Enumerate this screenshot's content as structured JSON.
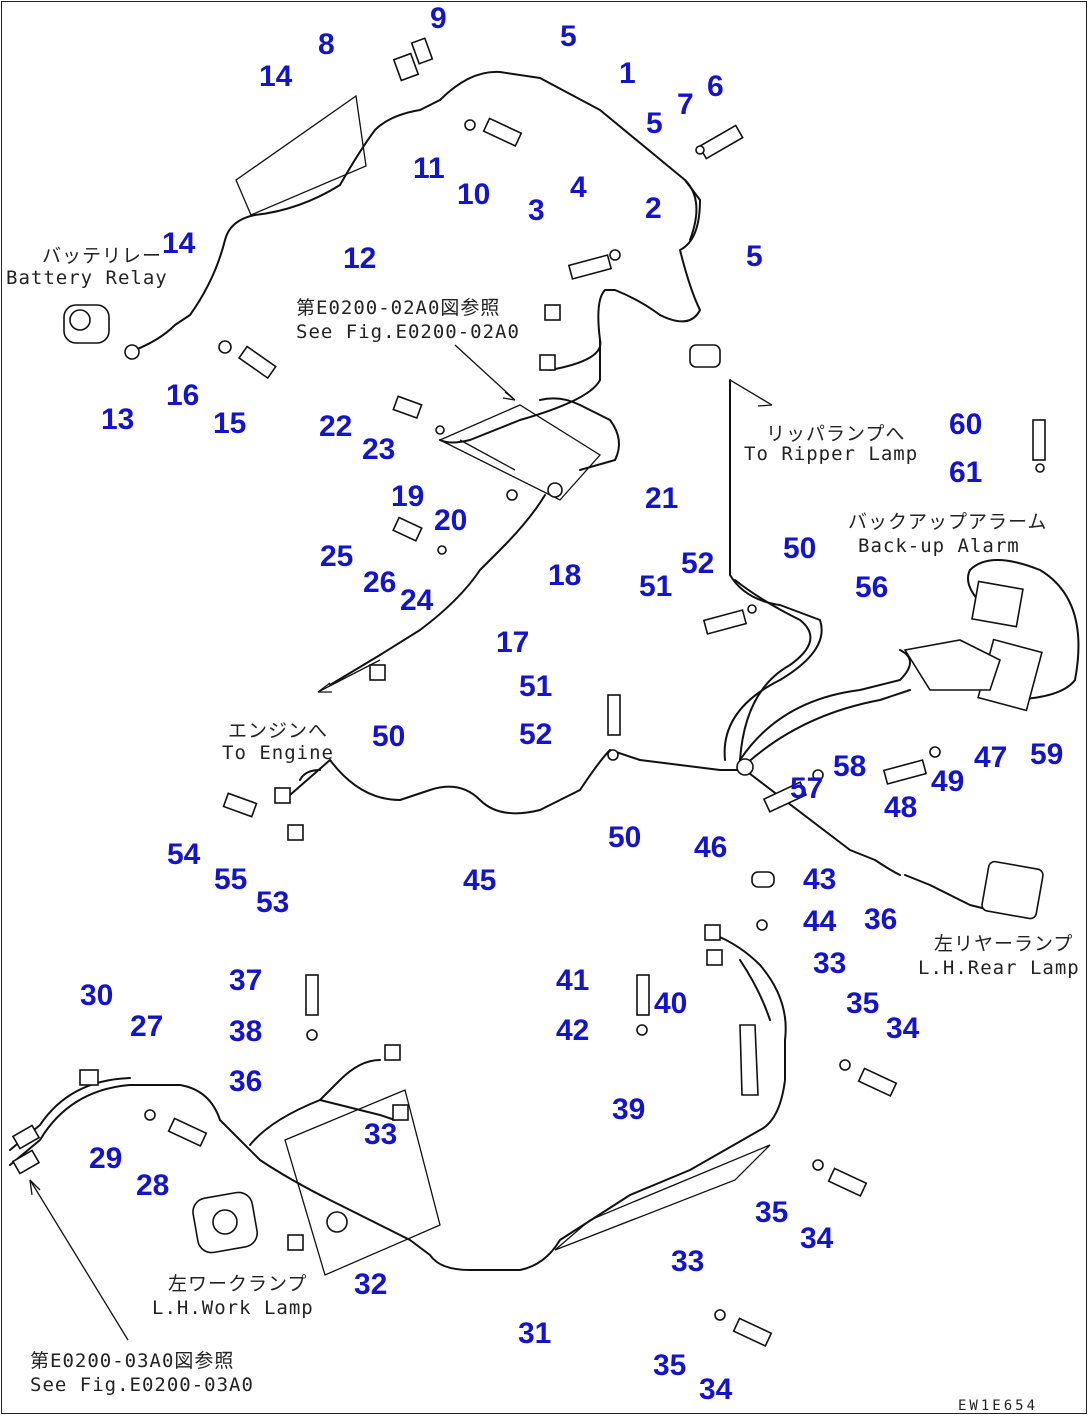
{
  "colors": {
    "callout": "#1414c8",
    "line": "#111111",
    "background": "#ffffff"
  },
  "annotations": {
    "battery_relay_jp": "バッテリレー",
    "battery_relay_en": "Battery Relay",
    "see_fig_top_jp": "第E0200-02A0図参照",
    "see_fig_top_en": "See Fig.E0200-02A0",
    "ripper_lamp_jp": "リッパランプへ",
    "ripper_lamp_en": "To Ripper Lamp",
    "backup_alarm_jp": "バックアップアラーム",
    "backup_alarm_en": "Back-up Alarm",
    "engine_jp": "エンジンへ",
    "engine_en": "To Engine",
    "rear_lamp_jp": "左リヤーランプ",
    "rear_lamp_en": "L.H.Rear Lamp",
    "work_lamp_jp": "左ワークランプ",
    "work_lamp_en": "L.H.Work Lamp",
    "see_fig_bottom_jp": "第E0200-03A0図参照",
    "see_fig_bottom_en": "See Fig.E0200-03A0",
    "drawing_code": "EW1E654"
  },
  "callouts": [
    "9",
    "8",
    "5",
    "1",
    "14",
    "7",
    "6",
    "5",
    "11",
    "10",
    "4",
    "3",
    "2",
    "5",
    "12",
    "14",
    "13",
    "16",
    "15",
    "22",
    "23",
    "60",
    "61",
    "19",
    "20",
    "21",
    "18",
    "50",
    "25",
    "26",
    "24",
    "52",
    "51",
    "56",
    "17",
    "51",
    "52",
    "50",
    "58",
    "57",
    "49",
    "47",
    "59",
    "48",
    "50",
    "54",
    "55",
    "53",
    "45",
    "46",
    "36",
    "43",
    "44",
    "33",
    "37",
    "41",
    "40",
    "35",
    "34",
    "30",
    "27",
    "38",
    "42",
    "36",
    "33",
    "39",
    "29",
    "28",
    "35",
    "34",
    "33",
    "32",
    "31",
    "35",
    "34"
  ]
}
